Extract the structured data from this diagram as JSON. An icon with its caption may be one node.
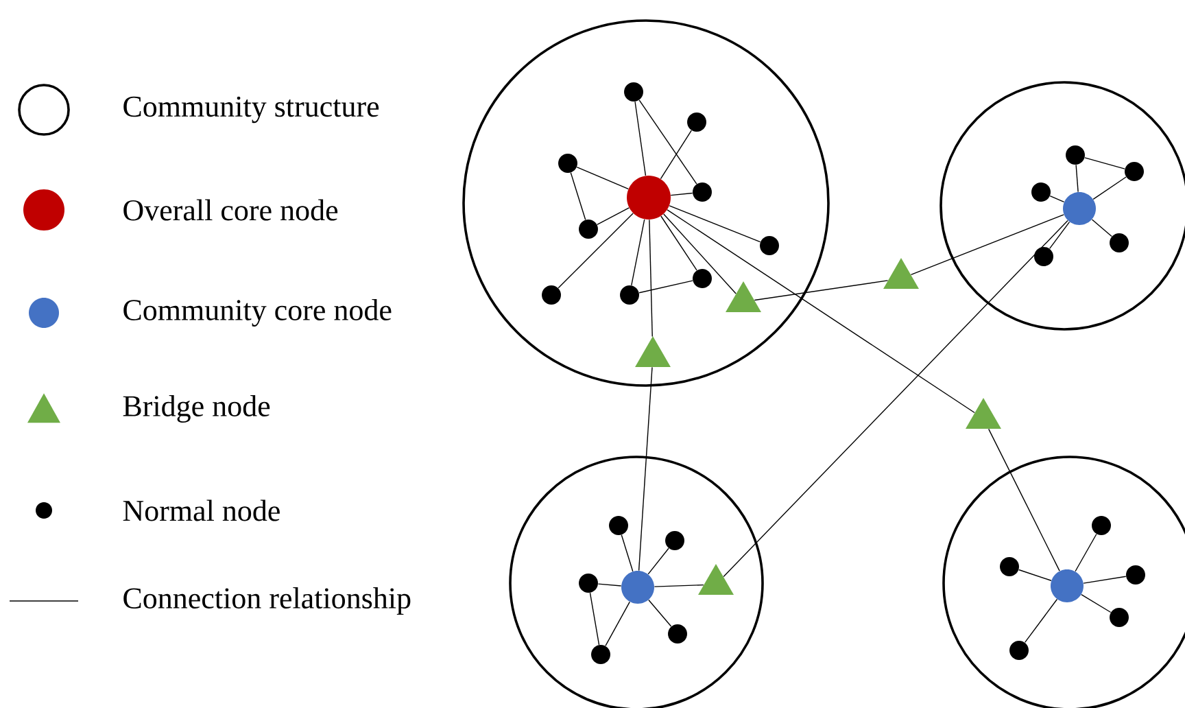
{
  "diagram": {
    "nodes": [
      {
        "text": [],
        "shape": "circle"
      },
      {
        "text": [],
        "shape": "circle",
        "in": 0
      },
      {
        "text": [],
        "shape": "circle",
        "in": 0
      },
      {
        "text": [],
        "shape": "circle",
        "in": 0
      },
      {
        "text": [],
        "shape": "circle",
        "in": 0
      },
      {
        "text": [],
        "shape": "circle",
        "in": 0
      },
      {
        "text": [],
        "shape": "circle",
        "in": 0
      },
      {
        "text": [],
        "shape": "circle",
        "in": 0
      },
      {
        "text": [],
        "shape": "circle",
        "in": 0
      },
      {
        "text": [],
        "shape": "circle",
        "in": 0
      },
      {
        "text": [],
        "shape": "circle",
        "in": 0
      },
      {
        "text": [],
        "shape": "triangle",
        "in": 0
      },
      {
        "text": [],
        "shape": "triangle",
        "in": 0
      },
      {
        "text": [],
        "shape": "circle"
      },
      {
        "text": [],
        "shape": "circle",
        "in": 13
      },
      {
        "text": [],
        "shape": "circle",
        "in": 13
      },
      {
        "text": [],
        "shape": "circle",
        "in": 13
      },
      {
        "text": [],
        "shape": "circle",
        "in": 13
      },
      {
        "text": [],
        "shape": "circle",
        "in": 13
      },
      {
        "text": [],
        "shape": "circle",
        "in": 13
      },
      {
        "text": [],
        "shape": "triangle"
      },
      {
        "text": [],
        "shape": "triangle"
      },
      {
        "text": [],
        "shape": "circle"
      },
      {
        "text": [],
        "shape": "circle",
        "in": 22
      },
      {
        "text": [],
        "shape": "circle",
        "in": 22
      },
      {
        "text": [],
        "shape": "circle",
        "in": 22
      },
      {
        "text": [],
        "shape": "circle",
        "in": 22
      },
      {
        "text": [],
        "shape": "circle",
        "in": 22
      },
      {
        "text": [],
        "shape": "circle",
        "in": 22
      },
      {
        "text": [],
        "shape": "triangle",
        "in": 22
      },
      {
        "text": [],
        "shape": "circle"
      },
      {
        "text": [],
        "shape": "circle",
        "in": 30
      },
      {
        "text": [],
        "shape": "circle",
        "in": 30
      },
      {
        "text": [],
        "shape": "circle",
        "in": 30
      },
      {
        "text": [],
        "shape": "circle",
        "in": 30
      },
      {
        "text": [],
        "shape": "circle",
        "in": 30
      },
      {
        "text": [],
        "shape": "circle",
        "in": 30
      }
    ],
    "edges": [
      {
        "from": 1,
        "to": 2,
        "arrow": "none"
      },
      {
        "from": 2,
        "to": 5,
        "arrow": "none"
      },
      {
        "from": 3,
        "to": 1,
        "arrow": "none"
      },
      {
        "from": 4,
        "to": 1,
        "arrow": "none"
      },
      {
        "from": 4,
        "to": 6,
        "arrow": "none"
      },
      {
        "from": 6,
        "to": 1,
        "arrow": "none"
      },
      {
        "from": 5,
        "to": 1,
        "arrow": "none"
      },
      {
        "from": 7,
        "to": 1,
        "arrow": "none"
      },
      {
        "from": 9,
        "to": 1,
        "arrow": "none"
      },
      {
        "from": 10,
        "to": 1,
        "arrow": "none"
      },
      {
        "from": 10,
        "to": 8,
        "arrow": "none"
      },
      {
        "from": 8,
        "to": 1,
        "arrow": "none"
      },
      {
        "from": 1,
        "to": 11,
        "arrow": "none"
      },
      {
        "from": 1,
        "to": 12,
        "arrow": "none"
      },
      {
        "from": 1,
        "to": 21,
        "arrow": "none"
      },
      {
        "from": 11,
        "to": 20,
        "arrow": "none"
      },
      {
        "from": 20,
        "to": 14,
        "arrow": "none"
      },
      {
        "from": 14,
        "to": 15,
        "arrow": "none"
      },
      {
        "from": 15,
        "to": 16,
        "arrow": "none"
      },
      {
        "from": 16,
        "to": 14,
        "arrow": "none"
      },
      {
        "from": 17,
        "to": 14,
        "arrow": "none"
      },
      {
        "from": 14,
        "to": 18,
        "arrow": "none"
      },
      {
        "from": 14,
        "to": 19,
        "arrow": "none"
      },
      {
        "from": 14,
        "to": 29,
        "arrow": "none"
      },
      {
        "from": 12,
        "to": 23,
        "arrow": "none"
      },
      {
        "from": 23,
        "to": 24,
        "arrow": "none"
      },
      {
        "from": 23,
        "to": 25,
        "arrow": "none"
      },
      {
        "from": 23,
        "to": 26,
        "arrow": "none"
      },
      {
        "from": 26,
        "to": 28,
        "arrow": "none"
      },
      {
        "from": 28,
        "to": 23,
        "arrow": "none"
      },
      {
        "from": 23,
        "to": 27,
        "arrow": "none"
      },
      {
        "from": 23,
        "to": 29,
        "arrow": "none"
      },
      {
        "from": 21,
        "to": 31,
        "arrow": "none"
      },
      {
        "from": 31,
        "to": 32,
        "arrow": "none"
      },
      {
        "from": 31,
        "to": 33,
        "arrow": "none"
      },
      {
        "from": 31,
        "to": 34,
        "arrow": "none"
      },
      {
        "from": 31,
        "to": 35,
        "arrow": "none"
      },
      {
        "from": 31,
        "to": 36,
        "arrow": "none"
      }
    ],
    "legend": [
      {
        "text": "Community structure"
      },
      {
        "text": "Overall core node",
        "color": "#c00000"
      },
      {
        "text": "Community core node",
        "color": "#4472c4"
      },
      {
        "text": "Bridge node",
        "color": "#70ad47"
      },
      {
        "text": "Normal node",
        "color": "#000000"
      },
      {
        "text": "Connection relationship"
      }
    ]
  }
}
